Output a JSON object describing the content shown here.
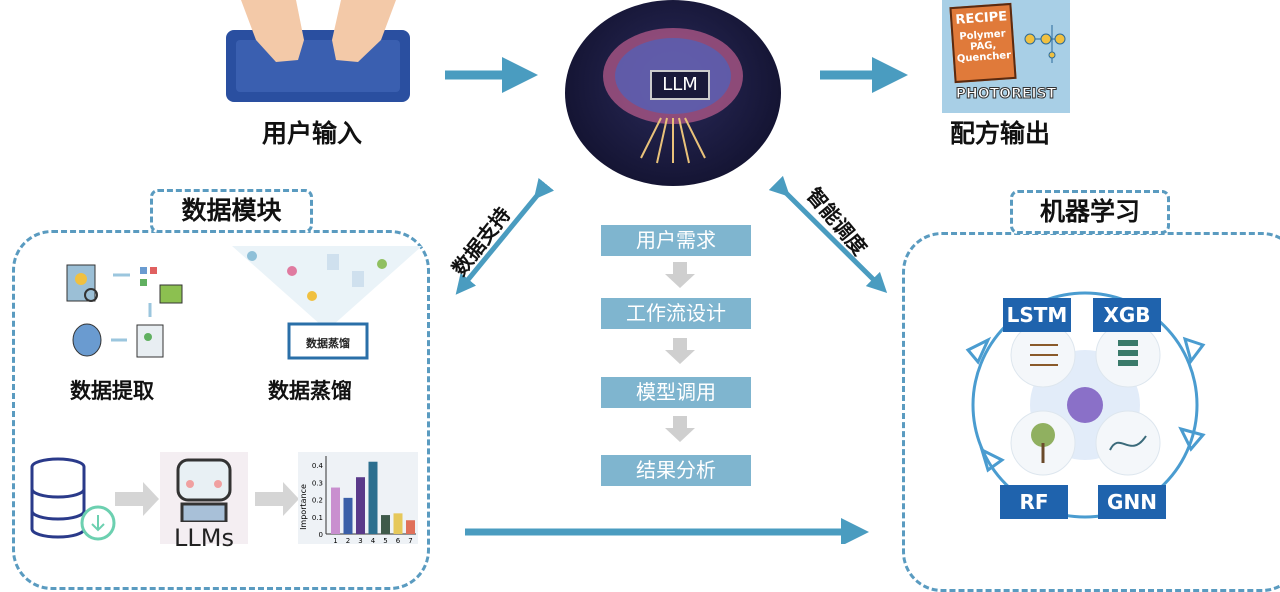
{
  "top": {
    "user_input": "用户输入",
    "llm": "LLM",
    "recipe_output": "配方输出"
  },
  "recipe_card": {
    "title": "RECIPE",
    "line1": "Polymer",
    "line2": "PAG,",
    "line3": "Quencher",
    "footer": "PHOTOREIST"
  },
  "links": {
    "data_support": "数据支持",
    "smart_dispatch": "智能调度"
  },
  "workflow": [
    "用户需求",
    "工作流设计",
    "模型调用",
    "结果分析"
  ],
  "data_module": {
    "title": "数据模块",
    "extract": "数据提取",
    "distill": "数据蒸馏",
    "distill_screen": "数据蒸馏",
    "llms": "LLMs",
    "chart": {
      "ylabel": "Importance",
      "yticks": [
        "0",
        "0.1",
        "0.2",
        "0.3",
        "0.4"
      ],
      "xticks": [
        "1",
        "2",
        "3",
        "4",
        "5",
        "6",
        "7"
      ],
      "values": [
        0.27,
        0.21,
        0.33,
        0.42,
        0.11,
        0.12,
        0.08
      ],
      "colors": [
        "#c98fcf",
        "#3a5fa8",
        "#5a3a8a",
        "#2c6f8f",
        "#3f5a4a",
        "#e6c85a",
        "#e0705a"
      ]
    }
  },
  "ml_module": {
    "title": "机器学习",
    "models": [
      "LSTM",
      "XGB",
      "RF",
      "GNN"
    ]
  },
  "colors": {
    "arrow": "#4a9cc0",
    "tag": "#1f63ad",
    "flow": "#7fb5cf"
  }
}
